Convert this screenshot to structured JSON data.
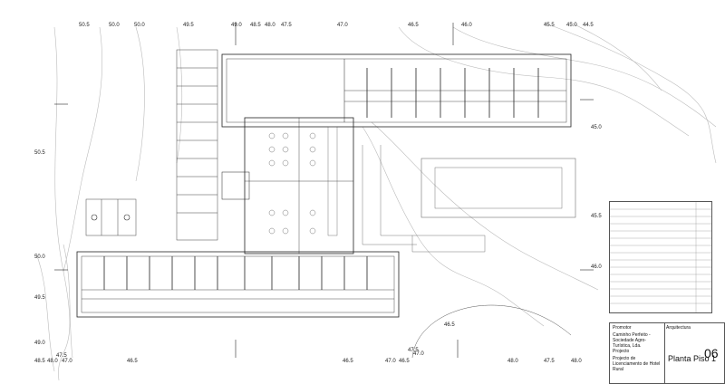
{
  "contours": {
    "top": [
      "50.5",
      "50.0",
      "50.0",
      "49.5",
      "49.0",
      "48.5",
      "48.0",
      "47.5",
      "47.0",
      "46.5",
      "46.0",
      "45.5",
      "45.0",
      "44.5"
    ],
    "left": [
      "50.5",
      "50.0",
      "49.5",
      "49.0",
      "48.5",
      "48.0",
      "47.5",
      "47.0"
    ],
    "right": [
      "45.0",
      "45.5",
      "46.0"
    ],
    "bottom": [
      "46.5",
      "46.5",
      "46.5",
      "47.0",
      "47.5",
      "46.5",
      "48.0",
      "47.5",
      "48.0",
      "47.0"
    ]
  },
  "title_block": {
    "promoter_label": "Promotor",
    "promoter": "Caminho Perfeito - Sociedade Agro-Turística, Lda.",
    "project_label": "Projecto",
    "project_title": "Projecto de Licenciamento de Hotel Rural",
    "architecture_label": "Arquitectura",
    "drawing_title": "Planta Piso 1",
    "sheet_number": "06"
  }
}
